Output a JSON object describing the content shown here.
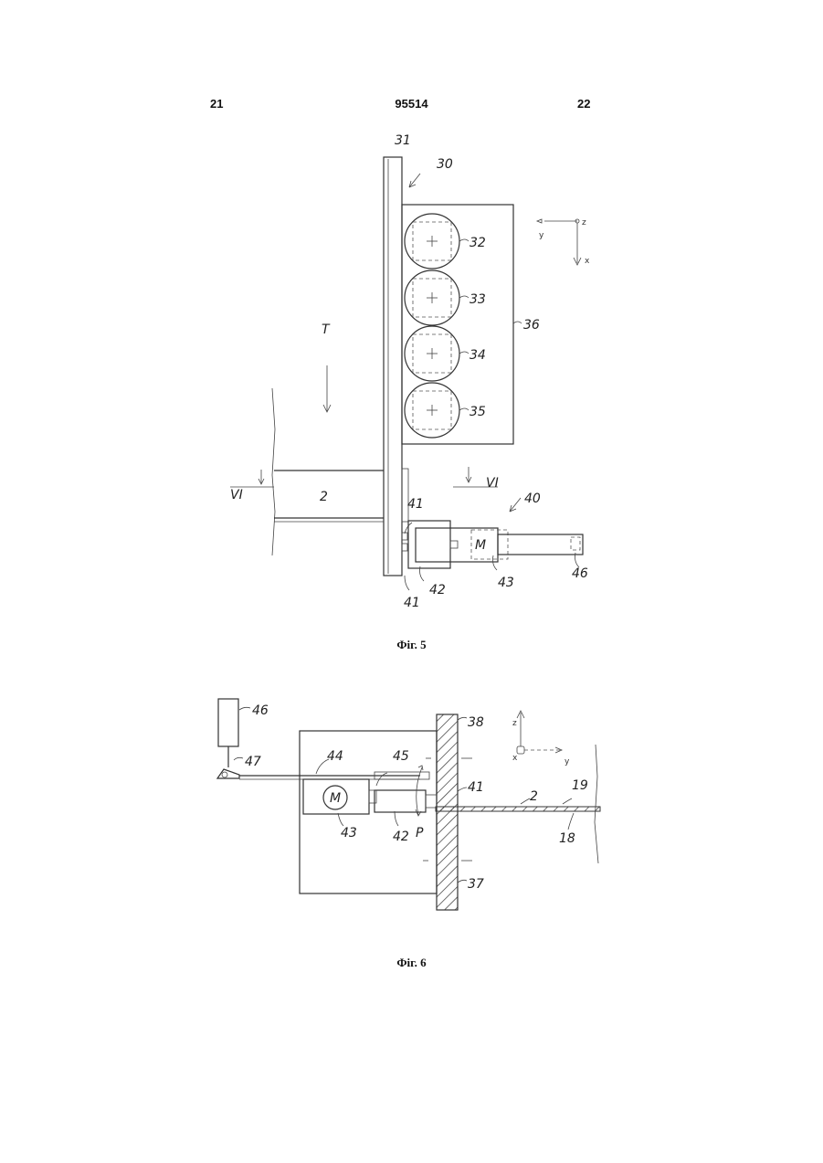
{
  "header": {
    "page_left": "21",
    "patent_number": "95514",
    "page_right": "22"
  },
  "figures": [
    {
      "caption": "Фіг. 5",
      "labels": {
        "l31": "31",
        "l30": "30",
        "l32": "32",
        "l33": "33",
        "l34": "34",
        "l35": "35",
        "l36": "36",
        "lT": "T",
        "lVI_left": "VI",
        "lVI_right": "VI",
        "l2": "2",
        "l40": "40",
        "l41_top": "41",
        "l41_bottom": "41",
        "l42": "42",
        "l43": "43",
        "l46": "46",
        "lM": "M",
        "ax_z": "z",
        "ax_y": "y",
        "ax_x": "x"
      }
    },
    {
      "caption": "Фіг. 6",
      "labels": {
        "l46": "46",
        "l47": "47",
        "l44": "44",
        "l45": "45",
        "l38": "38",
        "l41": "41",
        "lM": "M",
        "l43": "43",
        "l42": "42",
        "lP": "P",
        "l2": "2",
        "l19": "19",
        "l18": "18",
        "l37": "37",
        "ax_z": "z",
        "ax_x": "x",
        "ax_y": "y"
      }
    }
  ]
}
